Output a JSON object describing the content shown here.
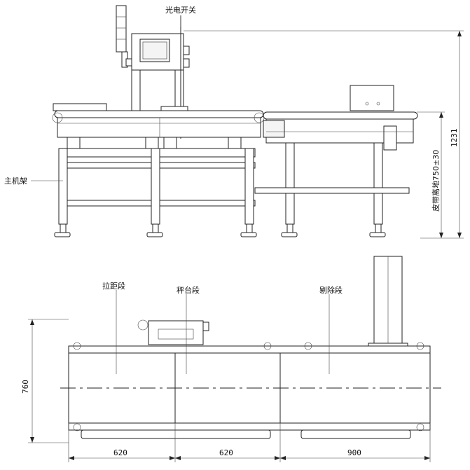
{
  "side_view": {
    "labels": {
      "photo_switch": "光电开关",
      "main_frame": "主机架",
      "belt_height": "皮带离地750±30",
      "overall_height": "1231"
    }
  },
  "top_view": {
    "labels": {
      "spacing_section": "拉距段",
      "weighing_section": "秤台段",
      "reject_section": "剔除段",
      "width": "760"
    },
    "lengths": [
      "620",
      "620",
      "900"
    ]
  }
}
